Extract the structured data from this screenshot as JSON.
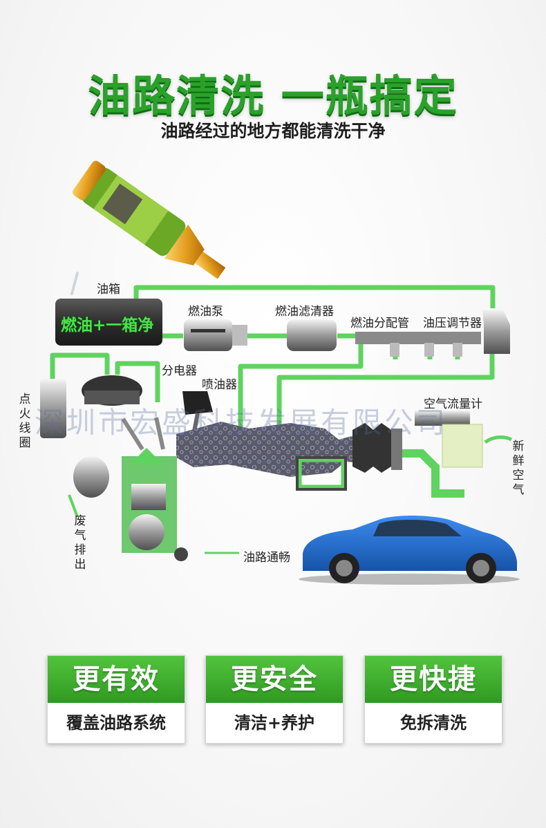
{
  "title": "油路清洗 一瓶搞定",
  "subtitle": "油路经过的地方都能清洗干净",
  "tank_text": "燃油+一箱净",
  "watermark": "深圳市宏盛科技发展有限公司",
  "labels": {
    "fuel_tank": "油箱",
    "fuel_pump": "燃油泵",
    "fuel_filter": "燃油滤清器",
    "fuel_rail": "燃油分配管",
    "pressure_regulator": "油压调节器",
    "distributor": "分电器",
    "injector": "喷油器",
    "ignition_coil": "点火线圈",
    "air_flow_meter": "空气流量计",
    "fresh_air": "新鲜空气",
    "exhaust": "废气排出",
    "fuel_clear": "油路通畅"
  },
  "colors": {
    "green_pipe": "#5fd35f",
    "title_green": "#2aa12a",
    "car_blue": "#1f6fd1"
  },
  "cards": [
    {
      "title": "更有效",
      "text": "覆盖油路系统"
    },
    {
      "title": "更安全",
      "text": "清洁+养护"
    },
    {
      "title": "更快捷",
      "text": "免拆清洗"
    }
  ]
}
